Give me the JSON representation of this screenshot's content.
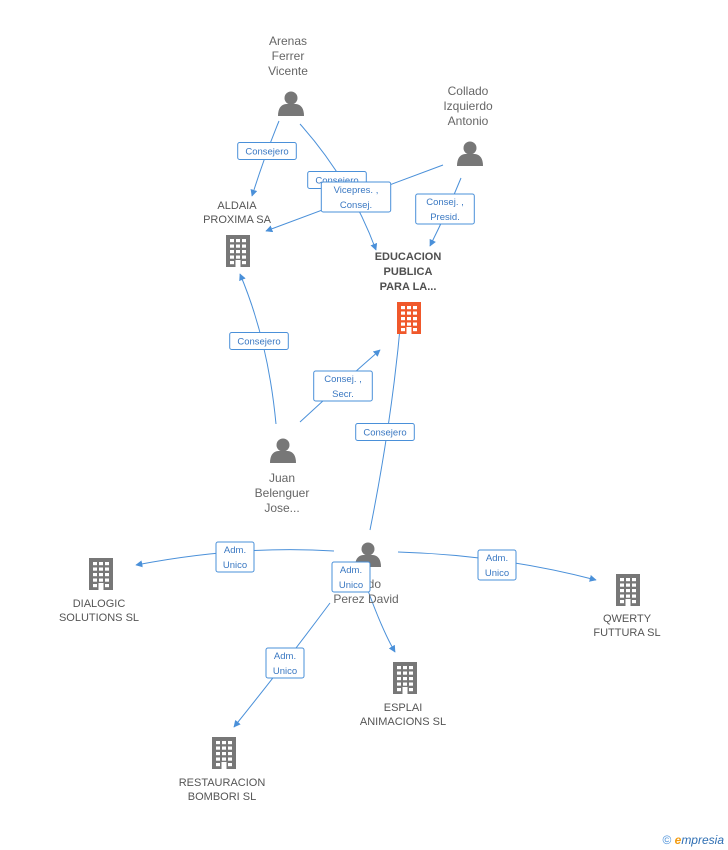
{
  "nodes": [
    {
      "id": "arenas",
      "type": "person",
      "lines": [
        "Arenas",
        "Ferrer",
        "Vicente"
      ]
    },
    {
      "id": "collado",
      "type": "person",
      "lines": [
        "Collado",
        "Izquierdo",
        "Antonio"
      ]
    },
    {
      "id": "aldaia",
      "type": "company",
      "lines": [
        "ALDAIA",
        "PROXIMA SA"
      ]
    },
    {
      "id": "educacion",
      "type": "company-main",
      "lines": [
        "EDUCACION",
        "PUBLICA",
        "PARA LA..."
      ]
    },
    {
      "id": "juan",
      "type": "person",
      "lines": [
        "Juan",
        "Belenguer",
        "Jose..."
      ]
    },
    {
      "id": "david",
      "type": "person",
      "lines": [
        "...ado",
        "Perez David"
      ]
    },
    {
      "id": "dialogic",
      "type": "company",
      "lines": [
        "DIALOGIC",
        "SOLUTIONS SL"
      ]
    },
    {
      "id": "qwerty",
      "type": "company",
      "lines": [
        "QWERTY",
        "FUTTURA SL"
      ]
    },
    {
      "id": "esplai",
      "type": "company",
      "lines": [
        "ESPLAI",
        "ANIMACIONS SL"
      ]
    },
    {
      "id": "restauracion",
      "type": "company",
      "lines": [
        "RESTAURACION",
        "BOMBORI SL"
      ]
    }
  ],
  "edges": [
    {
      "id": "e1",
      "lines": [
        "Consejero"
      ]
    },
    {
      "id": "e2",
      "lines": [
        "Consejero"
      ]
    },
    {
      "id": "e3",
      "lines": [
        "Vicepres. ,",
        "Consej."
      ]
    },
    {
      "id": "e4",
      "lines": [
        "Consej. ,",
        "Presid."
      ]
    },
    {
      "id": "e5",
      "lines": [
        "Consejero"
      ]
    },
    {
      "id": "e6",
      "lines": [
        "Consej. ,",
        "Secr."
      ]
    },
    {
      "id": "e7",
      "lines": [
        "Consejero"
      ]
    },
    {
      "id": "e8",
      "lines": [
        "Adm.",
        "Unico"
      ]
    },
    {
      "id": "e9",
      "lines": [
        "Adm.",
        "Unico"
      ]
    },
    {
      "id": "e10",
      "lines": [
        "Adm.",
        "Unico"
      ]
    },
    {
      "id": "e11",
      "lines": [
        "Adm.",
        "Unico"
      ]
    }
  ],
  "colors": {
    "edge": "#4a90d9",
    "person_icon": "#777777",
    "company_icon": "#777777",
    "main_icon": "#f0582b"
  },
  "footer": {
    "copyright": "©",
    "brand_initial": "e",
    "brand_rest": "mpresia"
  }
}
